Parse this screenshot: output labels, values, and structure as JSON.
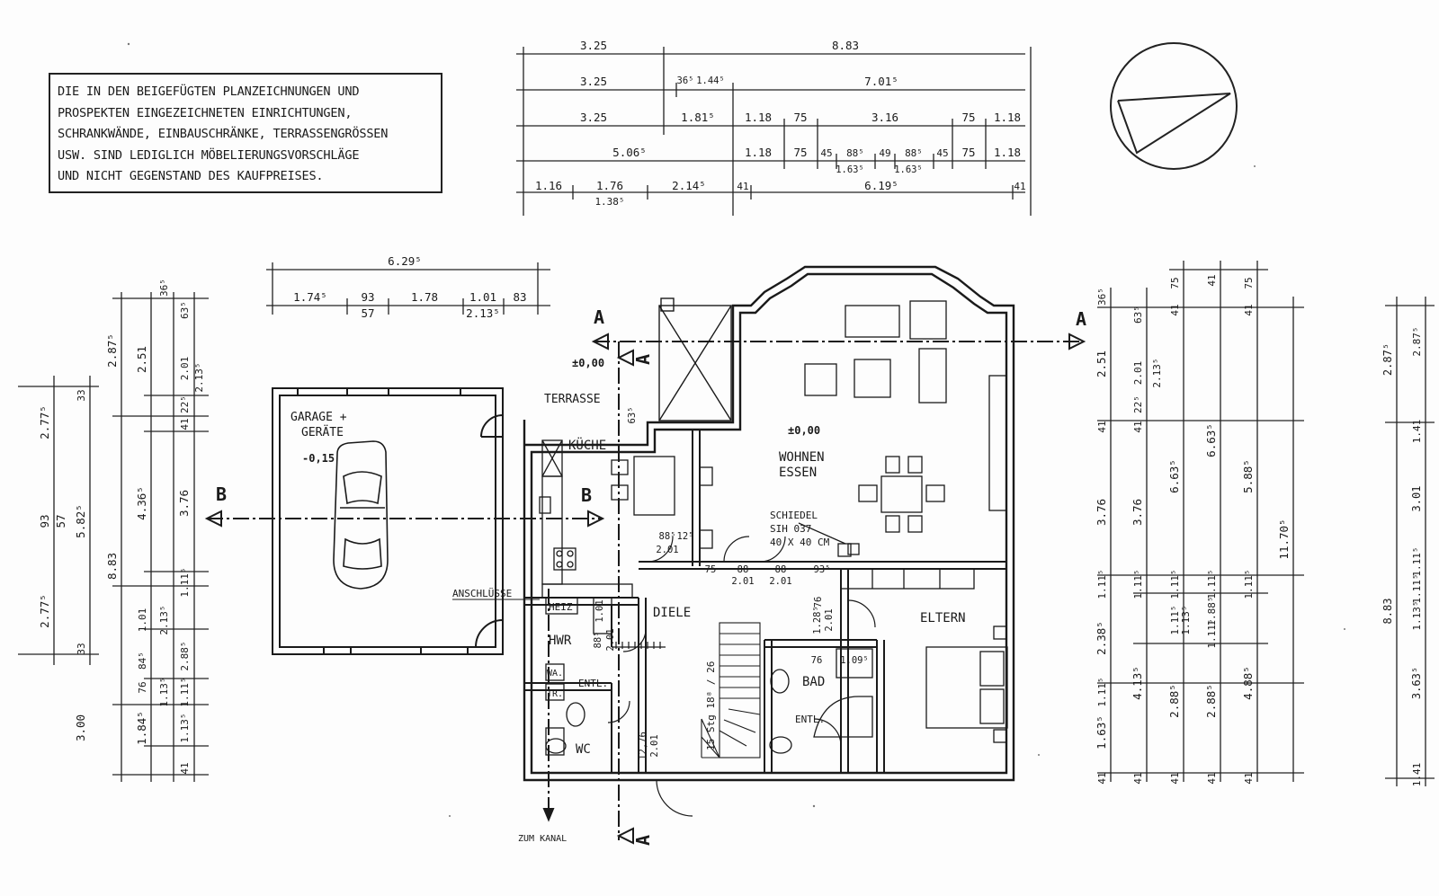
{
  "disclaimer": {
    "lines": [
      "DIE IN DEN BEIGEFÜGTEN PLANZEICHNUNGEN UND",
      "PROSPEKTEN EINGEZEICHNETEN EINRICHTUNGEN,",
      "SCHRANKWÄNDE, EINBAUSCHRÄNKE, TERRASSENGRÖSSEN",
      "USW. SIND LEDIGLICH MÖBELIERUNGSVORSCHLÄGE",
      "UND NICHT GEGENSTAND DES KAUFPREISES."
    ]
  },
  "rooms": {
    "garage": "GARAGE +",
    "garage2": "GERÄTE",
    "garage_level": "-0,15",
    "terrasse": "TERRASSE",
    "terrasse_level": "±0,00",
    "kueche": "KÜCHE",
    "wohnen": "WOHNEN",
    "essen": "ESSEN",
    "wohnen_level": "±0,00",
    "diele": "DIELE",
    "eltern": "ELTERN",
    "bad": "BAD",
    "hwr": "HWR",
    "wc": "WC",
    "heiz": "HEIZ",
    "entl_hwr": "ENTL.",
    "entl_bad": "ENTL.",
    "wa": "WA.",
    "tr": "TR.",
    "anschluesse": "ANSCHLÜSSE",
    "zum_kanal": "ZUM KANAL",
    "stairs": "15 Stg 18⁸ / 26",
    "schiedel1": "SCHIEDEL",
    "schiedel2": "SIH 037",
    "schiedel3": "40 X 40 CM"
  },
  "sections": {
    "a": "A",
    "b": "B"
  },
  "top_dims": {
    "row1": [
      "3.25",
      "8.83"
    ],
    "row2": [
      "3.25",
      "36⁵",
      "1.44⁵",
      "7.01⁵"
    ],
    "row3": [
      "3.25",
      "1.81⁵",
      "1.18",
      "75",
      "3.16",
      "75",
      "1.18"
    ],
    "row4": [
      "5.06⁵",
      "1.18",
      "75",
      "45",
      "88⁵",
      "49",
      "88⁵",
      "45",
      "75",
      "1.18"
    ],
    "row4b": [
      "1.63⁵",
      "1.63⁵"
    ],
    "row5": [
      "1.16",
      "1.76",
      "1.38⁵",
      "2.14⁵",
      "41",
      "6.19⁵",
      "41"
    ]
  },
  "garage_dims": {
    "row1": [
      "6.29⁵"
    ],
    "row2": [
      "1.74⁵",
      "93",
      "57",
      "1.78",
      "1.01",
      "2.13⁵",
      "83"
    ]
  },
  "left_dims": {
    "outer": [
      "2.77⁵",
      "93",
      "57",
      "5.82⁵",
      "2.77⁵"
    ],
    "mid": [
      "2.87⁵",
      "8.83",
      "3.00"
    ],
    "inner1": [
      "2.51",
      "4.36⁵",
      "1.01",
      "84⁵",
      "76",
      "1.84⁵"
    ],
    "inner2": [
      "36⁵",
      "63⁵",
      "2.01",
      "22⁵",
      "41",
      "3.76",
      "1.11⁵",
      "2.13⁵",
      "2.88⁵",
      "1.13⁵",
      "1.11⁵",
      "1.13⁵",
      "41"
    ],
    "inner3": [
      "2.13⁵",
      "33",
      "33"
    ]
  },
  "right_dims": {
    "a": [
      "36⁵",
      "2.51",
      "41",
      "3.76",
      "1.11⁵",
      "2.38⁵",
      "1.11⁵",
      "1.63⁵",
      "41"
    ],
    "b": [
      "63⁵",
      "2.01",
      "22⁵",
      "41",
      "3.76",
      "1.11⁵",
      "4.13⁵",
      "41"
    ],
    "c": [
      "75",
      "41",
      "2.13⁵",
      "6.63⁵",
      "1.11⁵",
      "1.11⁵",
      "1.13⁵",
      "2.88⁵",
      "41"
    ],
    "d": [
      "41",
      "6.63⁵",
      "1.11⁵",
      "1.88⁵",
      "1.11⁵",
      "2.88⁵",
      "41"
    ],
    "e": [
      "75",
      "41",
      "5.88⁵",
      "1.11⁵",
      "4.88⁵",
      "41"
    ],
    "f": [
      "11.70⁵"
    ]
  },
  "far_right_dims": [
    "2.87⁵",
    "2.87⁵",
    "1.41",
    "3.01",
    "1.11⁵",
    "8.83",
    "1.11⁵",
    "1.13⁵",
    "3.63⁵",
    "1.41"
  ],
  "small_dims": {
    "kitchen": [
      "88⁵",
      "12⁵",
      "2.01"
    ],
    "doors": [
      "75",
      "88",
      "2.01",
      "88",
      "2.01",
      "93⁵"
    ],
    "hwr": [
      "88⁵",
      "2.01"
    ],
    "diele": [
      "1.28⁵",
      "2.01"
    ],
    "bad": [
      "76",
      "1.09⁵"
    ],
    "wc": [
      "12,76",
      "2.01"
    ],
    "misc": [
      "63⁵",
      "1.01",
      "76"
    ]
  },
  "colors": {
    "ink": "#1a1a1a",
    "paper": "#fdfdfd"
  }
}
